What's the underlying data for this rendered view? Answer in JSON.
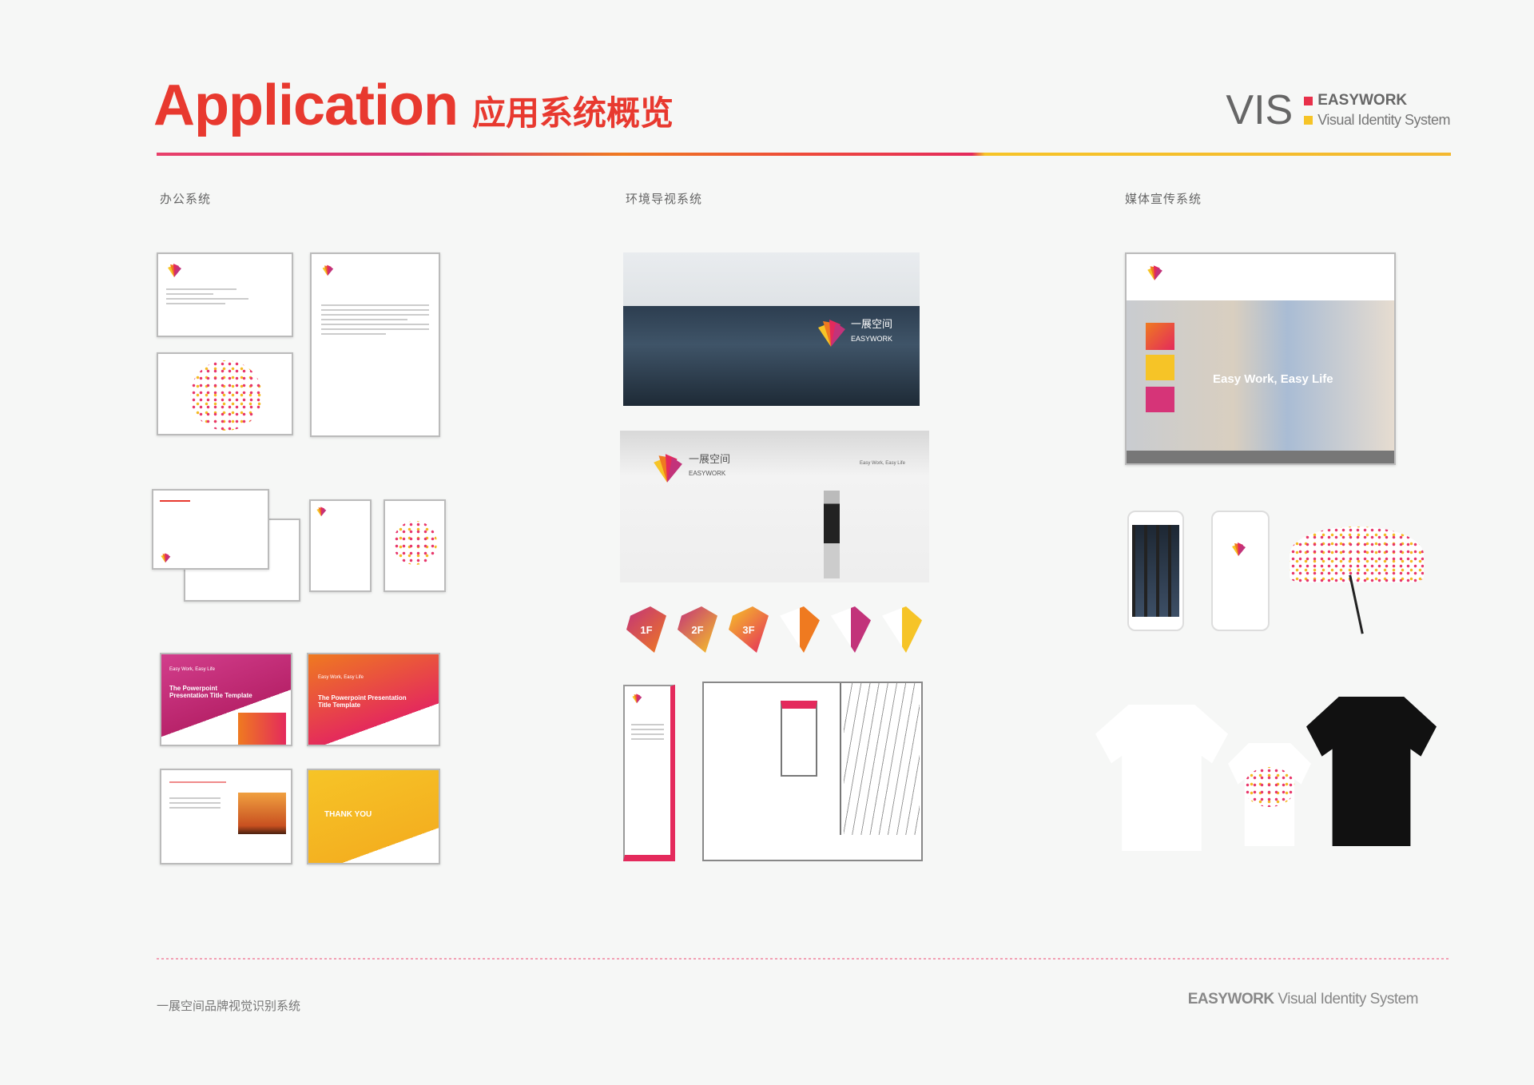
{
  "header": {
    "title": "Application",
    "title_cn": "应用系统概览",
    "vis": "VIS",
    "brand": "EASYWORK",
    "brand_sub": "Visual Identity System"
  },
  "colors": {
    "accent_red": "#e8392f",
    "pink": "#d63478",
    "orange": "#ef7a20",
    "yellow": "#f6c427"
  },
  "sections": [
    {
      "label": "办公系统",
      "items": [
        "business-card",
        "letterhead",
        "card-back",
        "envelope",
        "folder",
        "presentation-slides"
      ]
    },
    {
      "label": "环境导视系统",
      "items": [
        "building-sign",
        "reception-wall",
        "floor-signs",
        "totem-sign",
        "wall-directory"
      ]
    },
    {
      "label": "媒体宣传系统",
      "items": [
        "website",
        "mobile-phones",
        "umbrella",
        "t-shirts"
      ]
    }
  ],
  "mockups": {
    "slide_tagline": "Easy Work, Easy Life",
    "slide_title": "The Powerpoint Presentation Title Template",
    "slide_thanks": "THANK YOU",
    "logo_cn": "一展空间",
    "logo_en": "EASYWORK",
    "web_hero": "Easy Work, Easy Life",
    "floors": [
      "1F",
      "2F",
      "3F"
    ]
  },
  "footer": {
    "left": "一展空间品牌视觉识别系统",
    "right_bold": "EASYWORK",
    "right": "Visual Identity System"
  }
}
